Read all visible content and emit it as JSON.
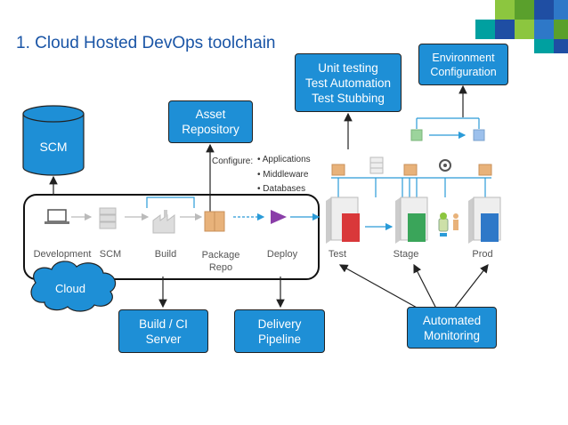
{
  "title": "1. Cloud Hosted DevOps toolchain",
  "scm_db_label": "SCM",
  "asset_repository": "Asset\nRepository",
  "configure": {
    "label": "Configure:",
    "items": [
      "Applications",
      "Middleware",
      "Databases"
    ]
  },
  "testing_box": "Unit testing\nTest Automation\nTest Stubbing",
  "environment_box": "Environment\nConfiguration",
  "pipeline_stages": [
    "Development",
    "SCM",
    "Build",
    "Package\nRepo",
    "Deploy"
  ],
  "environments": [
    "Test",
    "Stage",
    "Prod"
  ],
  "cloud_label": "Cloud",
  "build_ci_box": "Build / CI\nServer",
  "delivery_box": "Delivery\nPipeline",
  "monitoring_box": "Automated\nMonitoring",
  "colors": {
    "title": "#1a55a6",
    "box_fill": "#1e8fd6",
    "connector_blue": "#2a9bd8",
    "test_server": "#d9383a",
    "stage_server": "#3aa55a",
    "prod_server": "#2e78c8",
    "corner_greens": [
      "#8cc63f",
      "#5aa02c",
      "#00a0a0"
    ],
    "corner_blues": [
      "#1f4ea3",
      "#2e78c8"
    ]
  }
}
